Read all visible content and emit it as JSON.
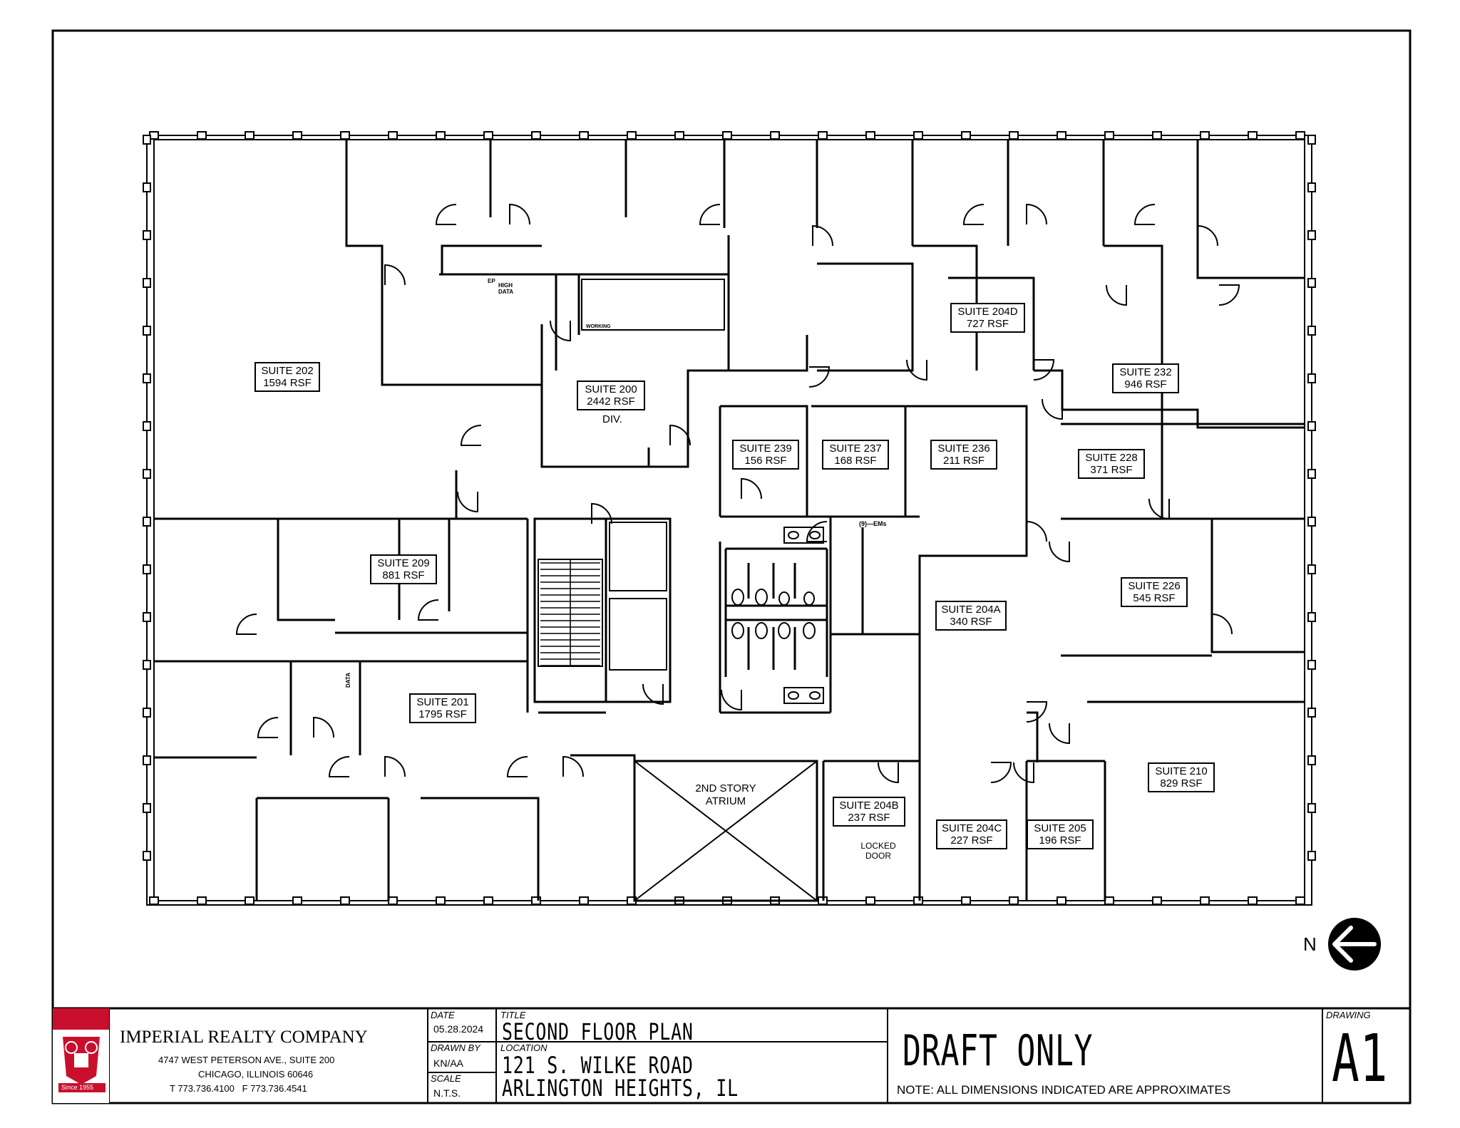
{
  "suites": [
    {
      "id": "202",
      "name": "SUITE 202",
      "rsf": "1594 RSF"
    },
    {
      "id": "200",
      "name": "SUITE 200",
      "rsf": "2442 RSF"
    },
    {
      "id": "204d",
      "name": "SUITE 204D",
      "rsf": "727 RSF"
    },
    {
      "id": "232",
      "name": "SUITE 232",
      "rsf": "946 RSF"
    },
    {
      "id": "239",
      "name": "SUITE 239",
      "rsf": "156 RSF"
    },
    {
      "id": "237",
      "name": "SUITE 237",
      "rsf": "168 RSF"
    },
    {
      "id": "236",
      "name": "SUITE 236",
      "rsf": "211 RSF"
    },
    {
      "id": "228",
      "name": "SUITE 228",
      "rsf": "371 RSF"
    },
    {
      "id": "209",
      "name": "SUITE 209",
      "rsf": "881 RSF"
    },
    {
      "id": "226",
      "name": "SUITE 226",
      "rsf": "545 RSF"
    },
    {
      "id": "204a",
      "name": "SUITE 204A",
      "rsf": "340 RSF"
    },
    {
      "id": "201",
      "name": "SUITE 201",
      "rsf": "1795 RSF"
    },
    {
      "id": "210",
      "name": "SUITE 210",
      "rsf": "829 RSF"
    },
    {
      "id": "204b",
      "name": "SUITE 204B",
      "rsf": "237 RSF"
    },
    {
      "id": "204c",
      "name": "SUITE 204C",
      "rsf": "227 RSF"
    },
    {
      "id": "205",
      "name": "SUITE 205",
      "rsf": "196 RSF"
    }
  ],
  "notes": {
    "div": "DIV.",
    "atrium_line1": "2ND STORY",
    "atrium_line2": "ATRIUM",
    "locked_line1": "LOCKED",
    "locked_line2": "DOOR",
    "high_data_line1": "HIGH",
    "high_data_line2": "DATA",
    "ep": "EP",
    "data": "DATA",
    "working": "WORKING",
    "ems": "(9)—EMs",
    "north": "N"
  },
  "title_block": {
    "company": "IMPERIAL REALTY COMPANY",
    "address": "4747 WEST PETERSON AVE., SUITE 200",
    "city": "CHICAGO, ILLINOIS 60646",
    "phones": "T 773.736.4100   F 773.736.4541",
    "logo_text": "Since 1955",
    "date_label": "DATE",
    "date_value": "05.28.2024",
    "drawn_by_label": "DRAWN BY",
    "drawn_by_value": "KN/AA",
    "scale_label": "SCALE",
    "scale_value": "N.T.S.",
    "title_label": "TITLE",
    "title_value": "SECOND FLOOR PLAN",
    "location_label": "LOCATION",
    "location_line1": "121 S. WILKE ROAD",
    "location_line2": "ARLINGTON HEIGHTS, IL",
    "draft": "DRAFT ONLY",
    "note": "NOTE: ALL DIMENSIONS INDICATED ARE APPROXIMATES",
    "drawing_label": "DRAWING",
    "drawing_value": "A1"
  },
  "colors": {
    "ink": "#000000",
    "logo_red": "#c8102e",
    "paper": "#ffffff"
  }
}
